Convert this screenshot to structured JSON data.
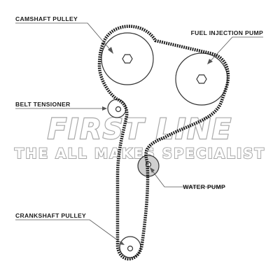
{
  "labels": {
    "camshaft_pulley": "CAMSHAFT PULLEY",
    "fuel_injection_pump": "FUEL INJECTION PUMP",
    "belt_tensioner": "BELT TENSIONER",
    "water_pump": "WATER PUMP",
    "crankshaft_pulley": "CRANKSHAFT PULLEY"
  },
  "watermark": {
    "brand": "FIRST LINE",
    "tagline": "THE ALL MAKES SPECIALIST"
  },
  "colors": {
    "belt": "#1a1a1a",
    "pulley_outline": "#333333",
    "water_pump_fill": "#d0d0d0",
    "watermark_outline": "#a9a9a9"
  }
}
